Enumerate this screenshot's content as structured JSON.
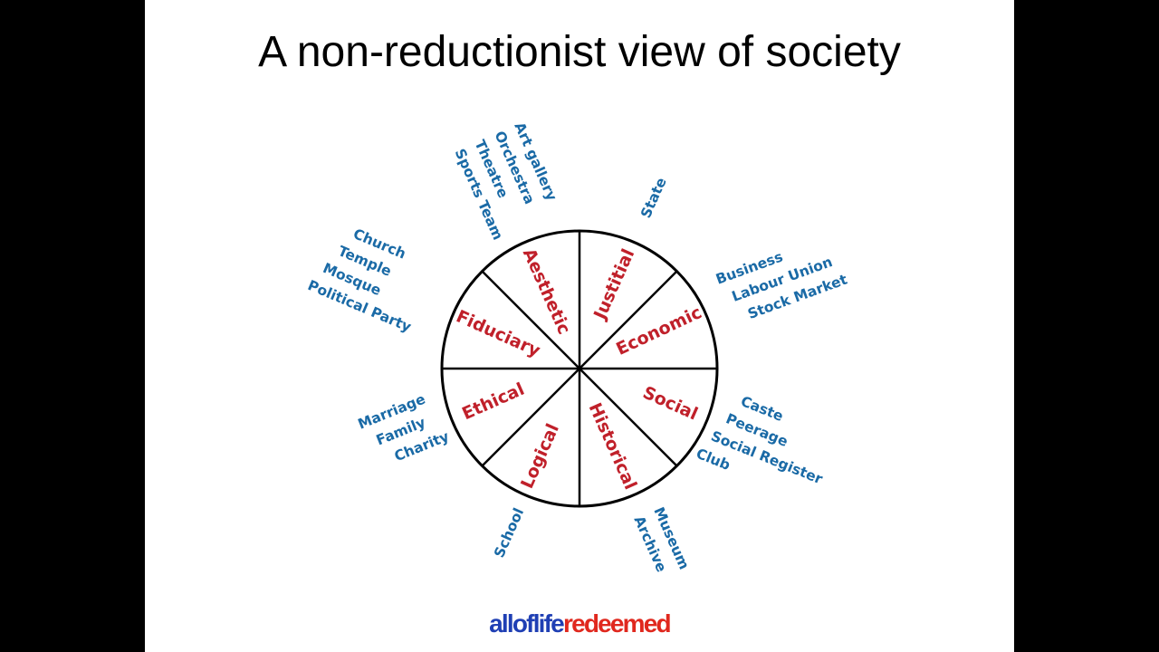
{
  "title": "A non-reductionist view of society",
  "segments": {
    "aesthetic": "Aesthetic",
    "justitial": "Justitial",
    "economic": "Economic",
    "social": "Social",
    "historical": "Historical",
    "logical": "Logical",
    "ethical": "Ethical",
    "fiduciary": "Fiduciary"
  },
  "examples": {
    "aesthetic": [
      "Art gallery",
      "Orchestra",
      "Theatre",
      "Sports Team"
    ],
    "justitial": [
      "State"
    ],
    "economic": [
      "Business",
      "Labour Union",
      "Stock Market"
    ],
    "social": [
      "Caste",
      "Peerage",
      "Social Register",
      "Club"
    ],
    "historical": [
      "Museum",
      "Archive"
    ],
    "logical": [
      "School"
    ],
    "ethical": [
      "Marriage",
      "Family",
      "Charity"
    ],
    "fiduciary": [
      "Church",
      "Temple",
      "Mosque",
      "Political Party"
    ]
  },
  "logo": {
    "part1": "alloflife",
    "part2": "redeemed"
  },
  "colors": {
    "segment_text": "#c0202a",
    "example_text": "#1a6aa6"
  }
}
